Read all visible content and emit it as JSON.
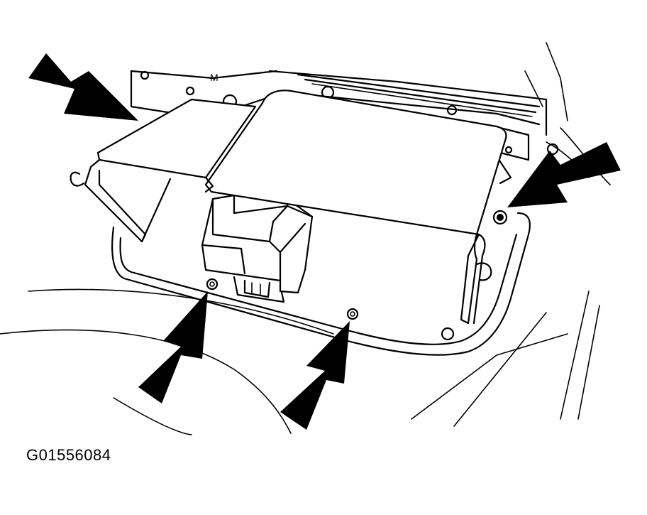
{
  "figure": {
    "id_label": "G01556084",
    "bracket_mark": "M"
  },
  "colors": {
    "line": "#000000",
    "background": "#ffffff"
  },
  "arrows": [
    {
      "name": "arrow-upper-left",
      "target": "bracket-flange"
    },
    {
      "name": "arrow-right",
      "target": "retaining-nut-right"
    },
    {
      "name": "arrow-bottom-left",
      "target": "retaining-nut-left"
    },
    {
      "name": "arrow-bottom-center",
      "target": "retaining-nut-center"
    }
  ]
}
